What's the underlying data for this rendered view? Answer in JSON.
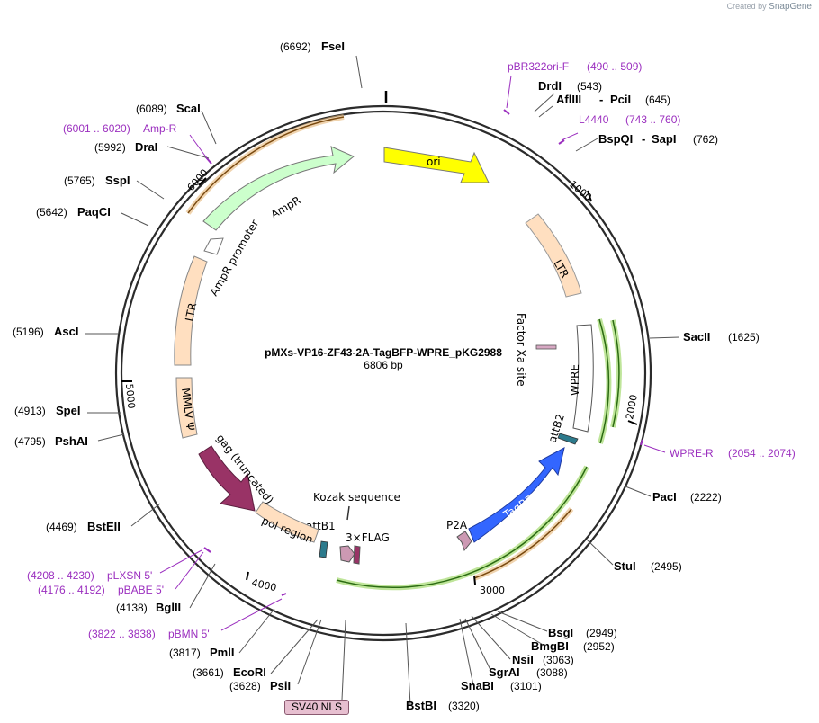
{
  "branding": {
    "prefix": "Created by",
    "name": "SnapGene"
  },
  "map": {
    "title": "pMXs-VP16-ZF43-2A-TagBFP-WPRE_pKG2988",
    "length_label": "6806 bp"
  },
  "ticks": [
    "1000",
    "2000",
    "3000",
    "4000",
    "5000",
    "6000"
  ],
  "enzymes": [
    {
      "name": "FseI",
      "pos": "(6692)"
    },
    {
      "name": "DrdI",
      "pos": "(543)"
    },
    {
      "name": "AflIII",
      "name2": "PciI",
      "pos": "(645)"
    },
    {
      "name": "BspQI",
      "name2": "SapI",
      "pos": "(762)"
    },
    {
      "name": "SacII",
      "pos": "(1625)"
    },
    {
      "name": "PacI",
      "pos": "(2222)"
    },
    {
      "name": "StuI",
      "pos": "(2495)"
    },
    {
      "name": "BsgI",
      "pos": "(2949)"
    },
    {
      "name": "BmgBI",
      "pos": "(2952)"
    },
    {
      "name": "NsiI",
      "pos": "(3063)"
    },
    {
      "name": "SgrAI",
      "pos": "(3088)"
    },
    {
      "name": "SnaBI",
      "pos": "(3101)"
    },
    {
      "name": "BstBI",
      "pos": "(3320)"
    },
    {
      "name": "PsiI",
      "pos": "(3628)"
    },
    {
      "name": "EcoRI",
      "pos": "(3661)"
    },
    {
      "name": "PmlI",
      "pos": "(3817)"
    },
    {
      "name": "BglII",
      "pos": "(4138)"
    },
    {
      "name": "BstEII",
      "pos": "(4469)"
    },
    {
      "name": "PshAI",
      "pos": "(4795)"
    },
    {
      "name": "SpeI",
      "pos": "(4913)"
    },
    {
      "name": "AscI",
      "pos": "(5196)"
    },
    {
      "name": "PaqCI",
      "pos": "(5642)"
    },
    {
      "name": "SspI",
      "pos": "(5765)"
    },
    {
      "name": "DraI",
      "pos": "(5992)"
    },
    {
      "name": "ScaI",
      "pos": "(6089)"
    }
  ],
  "primers": [
    {
      "name": "pBR322ori-F",
      "range": "(490 .. 509)"
    },
    {
      "name": "L4440",
      "range": "(743 .. 760)"
    },
    {
      "name": "WPRE-R",
      "range": "(2054 .. 2074)"
    },
    {
      "name": "pBMN 5'",
      "range": "(3822 .. 3838)"
    },
    {
      "name": "pBABE 5'",
      "range": "(4176 .. 4192)"
    },
    {
      "name": "pLXSN 5'",
      "range": "(4208 .. 4230)"
    },
    {
      "name": "Amp-R",
      "range": "(6001 .. 6020)"
    }
  ],
  "features": {
    "ori": "ori",
    "ltr_right": "LTR",
    "factor_xa": "Factor Xa site",
    "wpre": "WPRE",
    "attb2": "attB2",
    "tagbfp": "TagBFP",
    "p2a": "P2A",
    "flag": "3×FLAG",
    "attb1": "attB1",
    "kozak": "Kozak sequence",
    "pol": "pol region",
    "gag": "gag (truncated)",
    "mmlv": "MMLV Ψ",
    "ltr_left": "LTR",
    "amp_promoter": "AmpR promoter",
    "ampr": "AmpR",
    "sv40": "SV40 NLS"
  },
  "colors": {
    "backbone": "#2b2b2b",
    "ori": "#ffff00",
    "ltr": "#ffdfc0",
    "ampr": "#ccffcc",
    "tagbfp": "#3366ff",
    "gag": "#993366",
    "primer": "#9b2fbf",
    "orange_orf": "#d9a15a",
    "green_orf": "#8ccf4d"
  }
}
